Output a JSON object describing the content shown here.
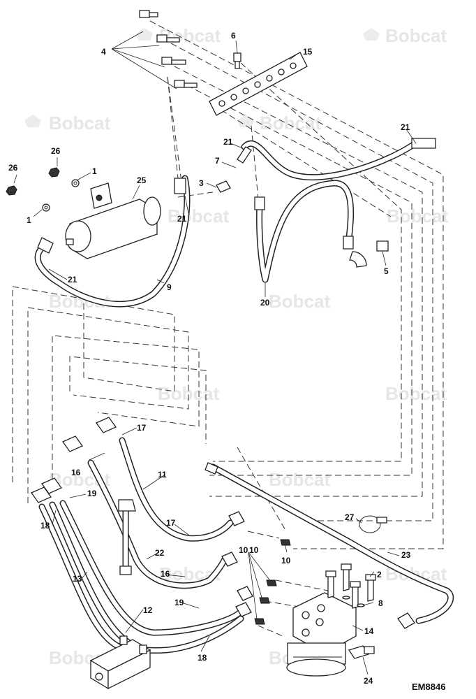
{
  "watermark": {
    "text": "Bobcat"
  },
  "diagram_code": "EM8846",
  "callouts": [
    "1",
    "1",
    "2",
    "3",
    "4",
    "5",
    "6",
    "7",
    "8",
    "9",
    "10",
    "10",
    "10",
    "11",
    "12",
    "13",
    "14",
    "15",
    "16",
    "16",
    "17",
    "17",
    "18",
    "18",
    "19",
    "19",
    "20",
    "21",
    "21",
    "21",
    "21",
    "22",
    "23",
    "24",
    "25",
    "26",
    "26",
    "27"
  ]
}
